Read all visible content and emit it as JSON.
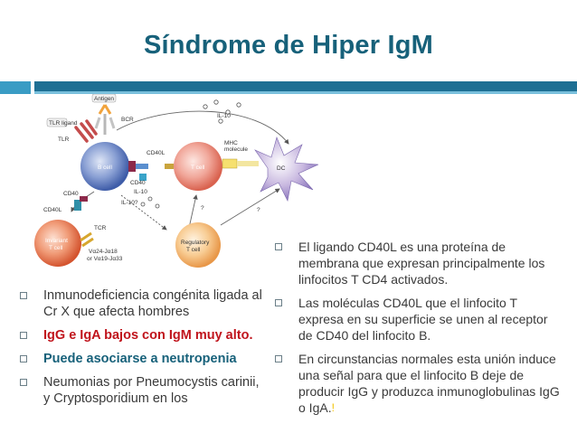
{
  "title": "Síndrome de Hiper IgM",
  "diagram": {
    "labels": {
      "tlr_ligand": "TLR ligand",
      "antigen": "Antigen",
      "bcr": "BCR",
      "tlr": "TLR",
      "b_cell": "B cell",
      "cd40l_top": "CD40L",
      "cd40_mid": "CD40",
      "t_cell": "T cell",
      "mhc": "MHC",
      "molecule": "molecule",
      "dc": "DC",
      "il10_top": "IL-10",
      "il10_mid": "IL-10",
      "il10_low": "IL-10?",
      "cd40_left": "CD40",
      "cd40l_left": "CD40L",
      "tcr": "TCR",
      "invariant": "Invariant",
      "t_cell2": "T cell",
      "tcr_a": "Vα24-Jα18",
      "tcr_b": "or Vα19-Jα33",
      "regulatory": "Regulatory",
      "t_cell3": "T cell",
      "q1": "?",
      "q2": "?"
    }
  },
  "left_bullets": [
    {
      "text": "Inmunodeficiencia congénita ligada al Cr X que afecta hombres"
    },
    {
      "text": "IgG e IgA  bajos con IgM muy alto."
    },
    {
      "text": "Puede asociarse a neutropenia"
    },
    {
      "text": "Neumonias por Pneumocystis carinii, y Cryptosporidium en los"
    }
  ],
  "right_bullets": [
    {
      "text": "El ligando CD40L es una proteína de membrana que expresan principalmente los linfocitos T CD4 activados."
    },
    {
      "text": "Las moléculas CD40L que el linfocito T expresa en su superficie se unen al receptor de CD40 del linfocito B."
    },
    {
      "text": "En circunstancias normales esta unión induce una señal para que el linfocito B deje de producir IgG y produzca inmunoglobulinas IgG o IgA."
    }
  ],
  "trailing_mark": "!",
  "colors": {
    "title": "#17617a",
    "emphasis_red": "#c0141c",
    "emphasis_teal": "#17617a",
    "band_dark": "#1e6f93",
    "band_light": "#3a9cc4"
  }
}
